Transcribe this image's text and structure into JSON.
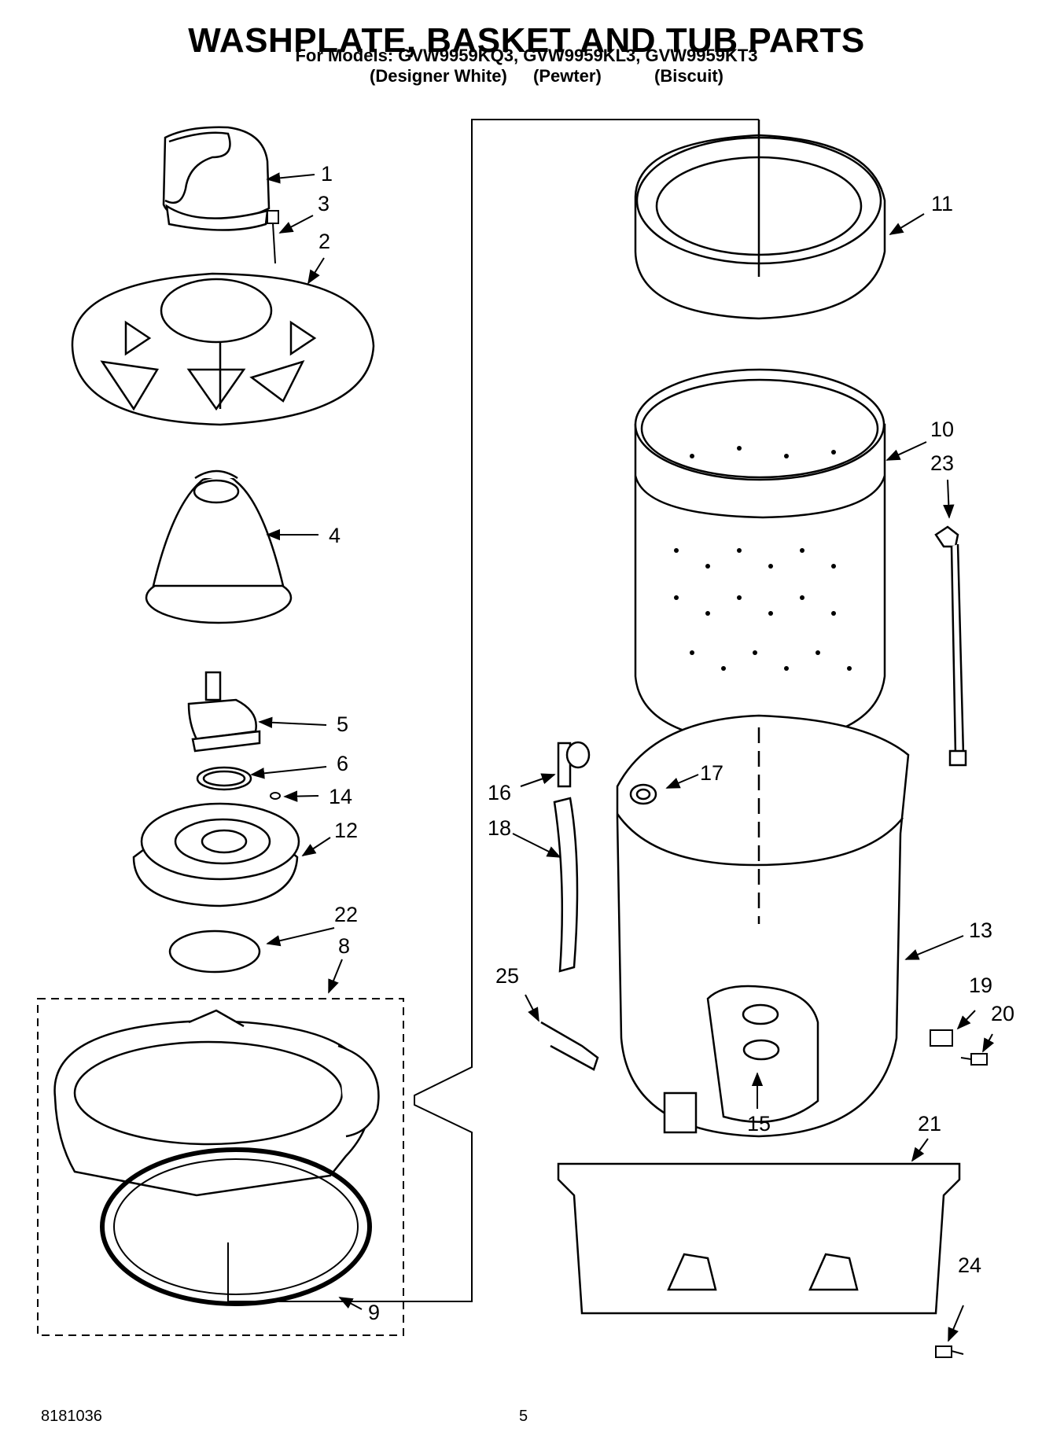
{
  "header": {
    "title": "WASHPLATE, BASKET AND TUB PARTS",
    "models_line": "For Models: GVW9959KQ3, GVW9959KL3, GVW9959KT3",
    "colors": [
      "(Designer White)",
      "(Pewter)",
      "(Biscuit)"
    ]
  },
  "callouts": {
    "c1": "1",
    "c2": "2",
    "c3": "3",
    "c4": "4",
    "c5": "5",
    "c6": "6",
    "c8": "8",
    "c9": "9",
    "c10": "10",
    "c11": "11",
    "c12": "12",
    "c13": "13",
    "c14": "14",
    "c15": "15",
    "c16": "16",
    "c17": "17",
    "c18": "18",
    "c19": "19",
    "c20": "20",
    "c21": "21",
    "c22": "22",
    "c23": "23",
    "c24": "24",
    "c25": "25"
  },
  "footer": {
    "doc_number": "8181036",
    "page_number": "5"
  }
}
